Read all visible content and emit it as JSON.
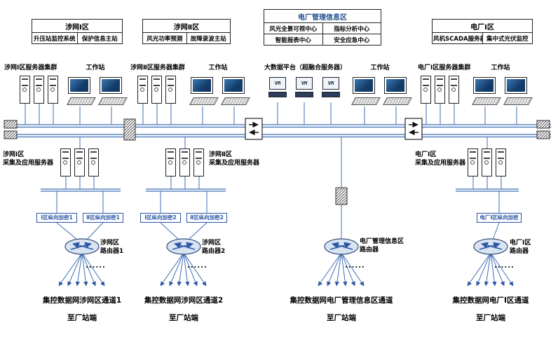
{
  "zones": [
    {
      "title": "涉网Ⅰ区",
      "cells": [
        "升压站监控系统",
        "保护信息主站"
      ]
    },
    {
      "title": "涉网Ⅱ区",
      "cells": [
        "风光功率预测",
        "故障录波主站"
      ]
    },
    {
      "title": "电厂管理信息区",
      "cells": [
        "风光全景可视中心",
        "指标分析中心",
        "智能报表中心",
        "安全应急中心"
      ]
    },
    {
      "title": "电厂Ⅰ区",
      "cells": [
        "风机SCADA服务器",
        "集中式光伏监控"
      ]
    }
  ],
  "labels": {
    "zone1_cluster": "涉网Ⅰ区服务器集群",
    "zone2_cluster": "涉网Ⅱ区服务器集群",
    "plant_cluster": "电厂Ⅰ区服务器集群",
    "workstation": "工作站",
    "bigdata_platform": "大数据平台（超融合服务器）",
    "vm": "VM",
    "zone1_collect": "涉网Ⅰ区\n采集及应用服务器",
    "zone2_collect": "涉网Ⅱ区\n采集及应用服务器",
    "plant_collect": "电厂Ⅰ区\n采集及应用服务器",
    "enc_z1_1": "Ⅰ区纵向加密1",
    "enc_z2_1": "Ⅱ区纵向加密1",
    "enc_z1_2": "Ⅰ区纵向加密2",
    "enc_z2_2": "Ⅱ区纵向加密2",
    "enc_plant": "电厂Ⅰ区纵向加密",
    "router1": "涉网区\n路由器1",
    "router2": "涉网区\n路由器2",
    "router_mgmt": "电厂管理信息区\n路由器",
    "router_plant": "电厂Ⅰ区\n路由器",
    "dots": "......",
    "channel1": "集控数据网涉网区通道1",
    "channel2": "集控数据网涉网区通道2",
    "channel_mgmt": "集控数据网电厂管理信息区通道",
    "channel_plant": "集控数据网电厂Ⅰ区通道",
    "to_station": "至厂站端"
  },
  "colors": {
    "line_blue": "#3f6fb5",
    "encryption_blue": "#2b57a5",
    "screen_navy": "#123a66",
    "mgmt_title_blue": "#1f4e8c"
  }
}
